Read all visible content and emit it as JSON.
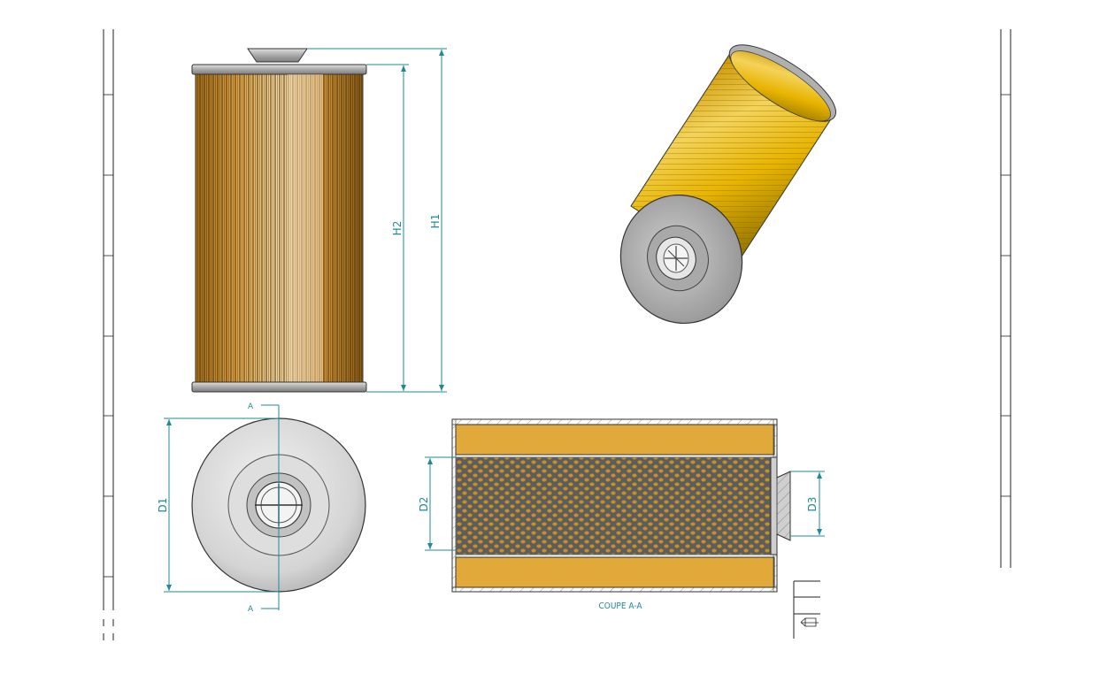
{
  "dimensions": {
    "h1": "H1",
    "h2": "H2",
    "d1": "D1",
    "d2": "D2",
    "d3": "D3"
  },
  "section": {
    "marker_top": "A",
    "marker_bottom": "A",
    "caption": "COUPE A-A"
  },
  "colors": {
    "dimension": "#1f8a97",
    "filter_media": "#e0a93a",
    "pleat_dark": "#6b4a14",
    "steel": "#9a9a9a",
    "outline": "#333333"
  }
}
